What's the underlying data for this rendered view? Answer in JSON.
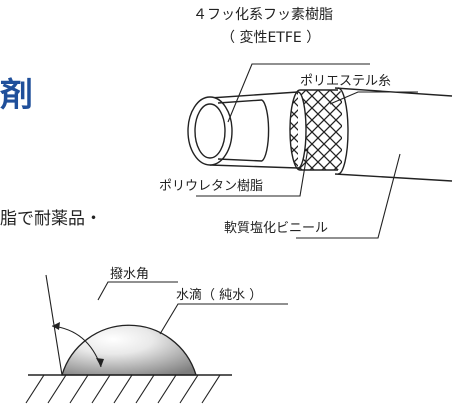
{
  "page": {
    "title_fragment": "剤",
    "body_fragment": "脂で耐薬品・"
  },
  "hose_diagram": {
    "label_outer_resin": "４フッ化系フッ素樹脂",
    "label_outer_resin_sub": "（ 変性ETFE ）",
    "label_braid": "ポリエステル糸",
    "label_inner": "ポリウレタン樹脂",
    "label_cover": "軟質塩化ビニール"
  },
  "droplet_diagram": {
    "label_angle": "撥水角",
    "label_droplet": "水滴（ 純水 ）"
  },
  "colors": {
    "title_blue": "#1f4f9a",
    "line": "#222222",
    "droplet_light": "#f7f7f7",
    "droplet_dark": "#8a8a8a"
  }
}
